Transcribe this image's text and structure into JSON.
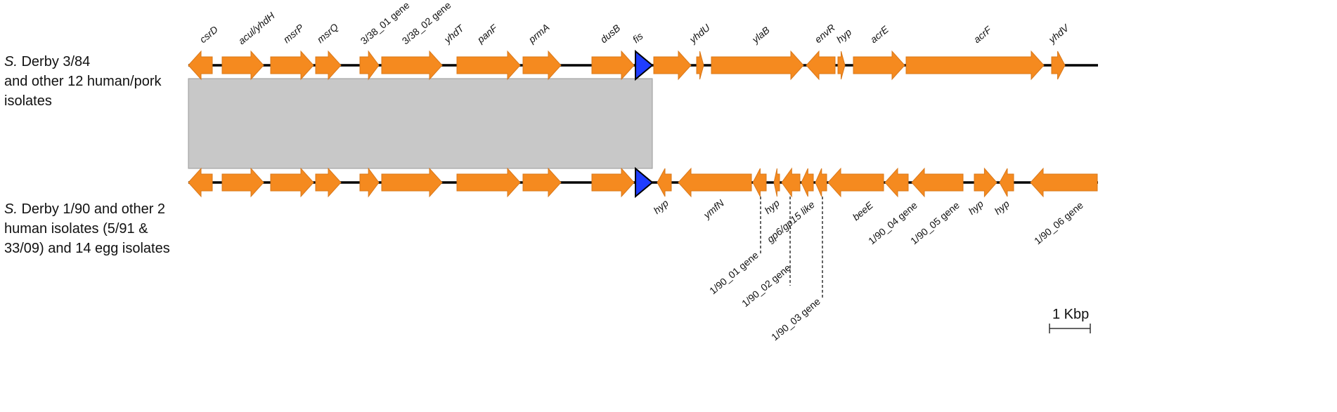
{
  "tracks": [
    {
      "label_species": "S.",
      "label_rest_lines": [
        "Derby 3/84",
        "and other 12 human/pork",
        "isolates"
      ]
    },
    {
      "label_species": "S.",
      "label_rest_lines": [
        "Derby 1/90 and other 2",
        "human isolates (5/91 &",
        "33/09) and 14 egg isolates"
      ]
    }
  ],
  "genes_top": [
    {
      "name": "csrD",
      "italic": true,
      "dir": "left",
      "color": "orange"
    },
    {
      "name": "acul/yhdH",
      "italic": true,
      "dir": "right",
      "color": "orange"
    },
    {
      "name": "msrP",
      "italic": true,
      "dir": "right",
      "color": "orange"
    },
    {
      "name": "msrQ",
      "italic": true,
      "dir": "right",
      "color": "orange"
    },
    {
      "name": "3/38_01 gene",
      "italic": false,
      "dir": "right",
      "color": "orange"
    },
    {
      "name": "3/38_02 gene",
      "italic": false,
      "dir": "right",
      "color": "orange"
    },
    {
      "name": "yhdT",
      "italic": true,
      "dir": "right",
      "color": "orange"
    },
    {
      "name": "panF",
      "italic": true,
      "dir": "right",
      "color": "orange"
    },
    {
      "name": "prmA",
      "italic": true,
      "dir": "right",
      "color": "orange"
    },
    {
      "name": "dusB",
      "italic": true,
      "dir": "right",
      "color": "orange"
    },
    {
      "name": "fis",
      "italic": true,
      "dir": "right",
      "color": "blue"
    },
    {
      "name": "yhdU",
      "italic": true,
      "dir": "right",
      "color": "orange"
    },
    {
      "name": "ylaB",
      "italic": true,
      "dir": "right",
      "color": "orange"
    },
    {
      "name": "envR",
      "italic": true,
      "dir": "left",
      "color": "orange"
    },
    {
      "name": "hyp",
      "italic": true,
      "dir": "right",
      "color": "orange"
    },
    {
      "name": "acrE",
      "italic": true,
      "dir": "right",
      "color": "orange"
    },
    {
      "name": "acrF",
      "italic": true,
      "dir": "right",
      "color": "orange"
    },
    {
      "name": "yhdV",
      "italic": true,
      "dir": "right",
      "color": "orange"
    }
  ],
  "genes_bottom": [
    {
      "name": "hyp",
      "italic": true,
      "dir": "left",
      "color": "orange"
    },
    {
      "name": "ymfN",
      "italic": true,
      "dir": "left",
      "color": "orange"
    },
    {
      "name": "1/90_01 gene",
      "italic": false,
      "dir": "left",
      "color": "orange"
    },
    {
      "name": "hyp",
      "italic": true,
      "dir": "left",
      "color": "orange"
    },
    {
      "name": "gp6/gp15 like",
      "italic": true,
      "dir": "left",
      "color": "orange"
    },
    {
      "name": "1/90_02 gene",
      "italic": false,
      "dir": "left",
      "color": "orange"
    },
    {
      "name": "1/90_03 gene",
      "italic": false,
      "dir": "left",
      "color": "orange"
    },
    {
      "name": "beeE",
      "italic": true,
      "dir": "left",
      "color": "orange"
    },
    {
      "name": "1/90_04 gene",
      "italic": false,
      "dir": "left",
      "color": "orange"
    },
    {
      "name": "1/90_05 gene",
      "italic": false,
      "dir": "left",
      "color": "orange"
    },
    {
      "name": "hyp",
      "italic": true,
      "dir": "right",
      "color": "orange"
    },
    {
      "name": "hyp",
      "italic": true,
      "dir": "left",
      "color": "orange"
    },
    {
      "name": "1/90_06 gene",
      "italic": false,
      "dir": "left",
      "color": "orange"
    }
  ],
  "scale_bar": {
    "label": "1 Kbp"
  },
  "colors": {
    "gene": "#f58a1f",
    "fis": "#1f3dff",
    "conserved_block": "#c8c8c8",
    "backbone": "#000000"
  }
}
